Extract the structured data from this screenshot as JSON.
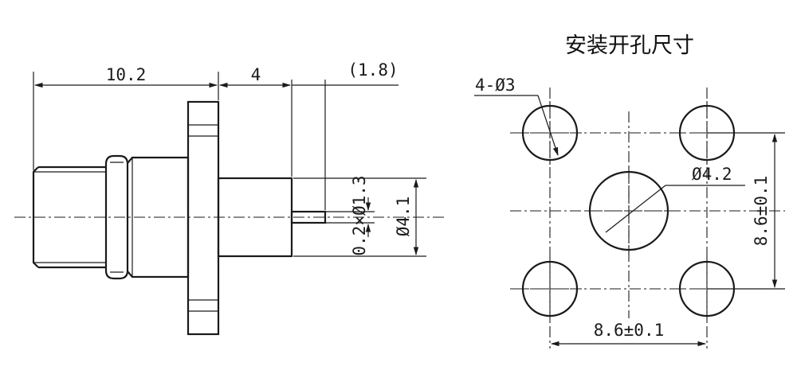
{
  "side_view": {
    "dim_body_length": "10.2",
    "dim_flange_to_end": "4",
    "dim_pin_length": "(1.8)",
    "dim_pin_section": "0.2×Ø1.3",
    "dim_rear_diameter": "Ø4.1"
  },
  "mounting": {
    "title": "安装开孔尺寸",
    "dim_corner_holes": "4-Ø3",
    "dim_center_hole": "Ø4.2",
    "dim_vertical_pitch": "8.6±0.1",
    "dim_horizontal_pitch": "8.6±0.1"
  }
}
